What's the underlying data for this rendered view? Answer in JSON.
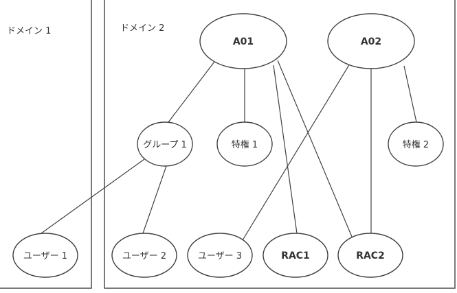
{
  "domains": [
    {
      "id": "domain1",
      "label": "ドメイン 1"
    },
    {
      "id": "domain2",
      "label": "ドメイン 2"
    }
  ],
  "nodes": [
    {
      "id": "a01",
      "label": "A01"
    },
    {
      "id": "a02",
      "label": "A02"
    },
    {
      "id": "group1",
      "label": "グループ 1"
    },
    {
      "id": "priv1",
      "label": "特権 1"
    },
    {
      "id": "priv2",
      "label": "特権 2"
    },
    {
      "id": "user1",
      "label": "ユーザー 1"
    },
    {
      "id": "user2",
      "label": "ユーザー 2"
    },
    {
      "id": "user3",
      "label": "ユーザー 3"
    },
    {
      "id": "rac1",
      "label": "RAC1"
    },
    {
      "id": "rac2",
      "label": "RAC2"
    }
  ],
  "edges": [
    {
      "from": "a01",
      "to": "group1"
    },
    {
      "from": "a01",
      "to": "priv1"
    },
    {
      "from": "a01",
      "to": "rac1"
    },
    {
      "from": "a01",
      "to": "rac2"
    },
    {
      "from": "a02",
      "to": "user3"
    },
    {
      "from": "a02",
      "to": "rac2"
    },
    {
      "from": "a02",
      "to": "priv2"
    },
    {
      "from": "group1",
      "to": "user1"
    },
    {
      "from": "group1",
      "to": "user2"
    }
  ],
  "colors": {
    "stroke": "#404040",
    "text": "#333333",
    "background": "#ffffff"
  }
}
